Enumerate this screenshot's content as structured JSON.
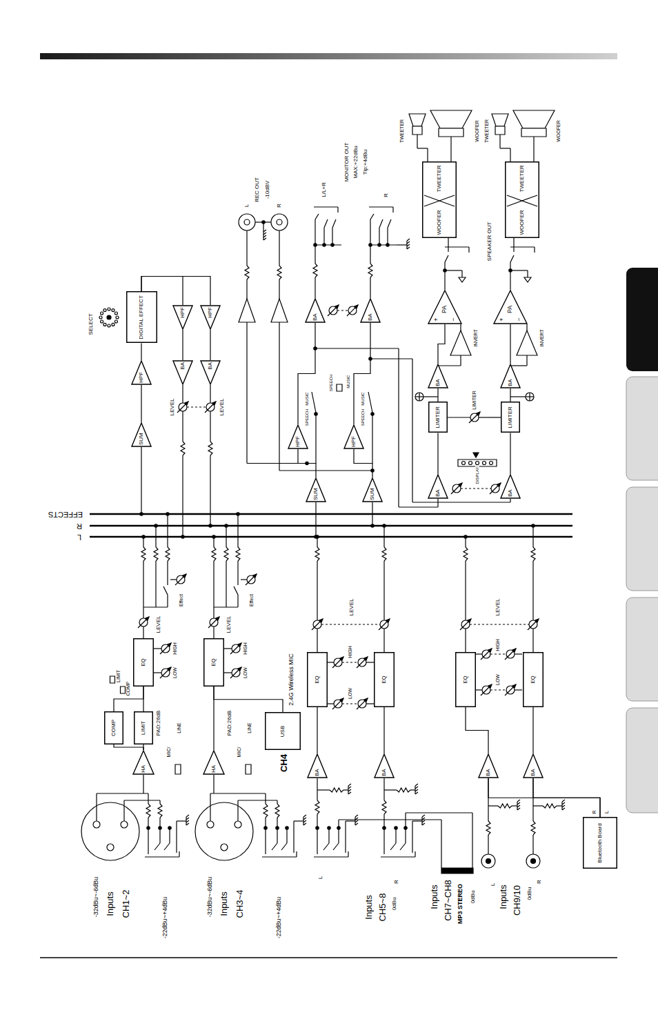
{
  "diagram": {
    "nodes": [
      {
        "text": [
          "HA"
        ]
      },
      {
        "text": [
          "COMP"
        ]
      },
      {
        "text": [
          "LIMIT"
        ]
      },
      {
        "text": [
          "EQ"
        ]
      },
      {
        "text": [
          "HA"
        ]
      },
      {
        "text": [
          "EQ"
        ]
      },
      {
        "text": [
          "USB"
        ]
      },
      {
        "text": [
          "BA"
        ]
      },
      {
        "text": [
          "BA"
        ]
      },
      {
        "text": [
          "EQ"
        ]
      },
      {
        "text": [
          "EQ"
        ]
      },
      {
        "text": [
          "BA"
        ]
      },
      {
        "text": [
          "BA"
        ]
      },
      {
        "text": [
          "EQ"
        ]
      },
      {
        "text": [
          "EQ"
        ]
      },
      {
        "text": [
          "Bluetooth Board"
        ]
      },
      {
        "text": [
          "SUM"
        ]
      },
      {
        "text": [
          "HPF"
        ]
      },
      {
        "text": [
          "DIGITAL EFFECT"
        ]
      },
      {
        "text": [
          "BA"
        ]
      },
      {
        "text": [
          "BA"
        ]
      },
      {
        "text": [
          "HPF"
        ]
      },
      {
        "text": [
          "HPF"
        ]
      },
      {
        "text": [
          "SUM"
        ]
      },
      {
        "text": [
          "SUM"
        ]
      },
      {
        "text": [
          "HPF"
        ]
      },
      {
        "text": [
          "HPF"
        ]
      },
      {
        "text": [
          "BA"
        ]
      },
      {
        "text": [
          "BA"
        ]
      },
      {
        "text": [
          "BA"
        ]
      },
      {
        "text": [
          "BA"
        ]
      },
      {
        "text": [
          "LIMITER"
        ]
      },
      {
        "text": [
          "LIMITER"
        ]
      },
      {
        "text": [
          "BA"
        ]
      },
      {
        "text": [
          "BA"
        ]
      },
      {
        "text": [
          "PA"
        ]
      },
      {
        "text": [
          "PA"
        ]
      },
      {
        "text": [
          "WOOFER",
          "TWEETER"
        ]
      },
      {
        "text": [
          "WOOFER",
          "TWEETER"
        ]
      }
    ],
    "edges": [
      {
        "from": 0,
        "to": 1,
        "arrow": "none"
      },
      {
        "from": 0,
        "to": 2,
        "arrow": "none"
      },
      {
        "from": 1,
        "to": 3,
        "arrow": "none"
      },
      {
        "from": 2,
        "to": 3,
        "arrow": "none"
      },
      {
        "from": 4,
        "to": 5,
        "arrow": "none"
      },
      {
        "from": 6,
        "to": 5,
        "arrow": "none"
      },
      {
        "from": 7,
        "to": 9,
        "arrow": "none"
      },
      {
        "from": 8,
        "to": 10,
        "arrow": "none"
      },
      {
        "from": 15,
        "to": 11,
        "arrow": "none"
      },
      {
        "from": 15,
        "to": 12,
        "arrow": "none"
      },
      {
        "from": 11,
        "to": 13,
        "arrow": "none"
      },
      {
        "from": 12,
        "to": 14,
        "arrow": "none"
      },
      {
        "from": 16,
        "to": 17,
        "arrow": "none"
      },
      {
        "from": 17,
        "to": 18,
        "arrow": "none"
      },
      {
        "from": 18,
        "to": 21,
        "arrow": "none"
      },
      {
        "from": 18,
        "to": 22,
        "arrow": "none"
      },
      {
        "from": 21,
        "to": 19,
        "arrow": "none"
      },
      {
        "from": 22,
        "to": 20,
        "arrow": "none"
      },
      {
        "from": 23,
        "to": 25,
        "arrow": "none"
      },
      {
        "from": 24,
        "to": 26,
        "arrow": "none"
      },
      {
        "from": 25,
        "to": 27,
        "arrow": "none"
      },
      {
        "from": 26,
        "to": 28,
        "arrow": "none"
      },
      {
        "from": 29,
        "to": 31,
        "arrow": "none"
      },
      {
        "from": 30,
        "to": 32,
        "arrow": "none"
      },
      {
        "from": 31,
        "to": 33,
        "arrow": "none"
      },
      {
        "from": 32,
        "to": 34,
        "arrow": "none"
      },
      {
        "from": 33,
        "to": 35,
        "arrow": "none"
      },
      {
        "from": 34,
        "to": 36,
        "arrow": "none"
      }
    ],
    "labels": [
      "EFFECTS",
      "R",
      "L",
      "-32dBu~-6dBu",
      "Inputs",
      "CH1~2",
      "-22dBu~+4dBu",
      "-32dBu~-6dBu",
      "Inputs",
      "CH3~4",
      "-22dBu~+4dBu",
      "L",
      "Inputs",
      "CH5~8",
      "0dBu",
      "R",
      "Inputs",
      "CH7~CH8",
      "MP3 STEREO",
      "0dBu",
      "L",
      "Inputs",
      "CH9/10",
      "0dBu",
      "R",
      "R",
      "L",
      "PAD:26dB",
      "MIC/",
      "LINE",
      "LIMIT",
      "COMP",
      "LOW",
      "HIGH",
      "LEVEL",
      "Effect",
      "PAD:26dB",
      "MIC/",
      "LINE",
      "LOW",
      "HIGH",
      "LEVEL",
      "Effect",
      "2.4G Wireless MIC",
      "CH4",
      "HIGH",
      "LOW",
      "LEVEL",
      "HIGH",
      "LOW",
      "LEVEL",
      "SELECT",
      "LEVEL",
      "LEVEL",
      "SPEECH",
      "MUSIC",
      "SPEECH",
      "MUSIC",
      "SPEECH",
      "MUSIC",
      "REC OUT",
      "-10dBV",
      "L",
      "R",
      "L/L+R",
      "R",
      "MONITOR OUT",
      "MAX:+22dBu",
      "Tip:+4dBu",
      "DISPLAY",
      "LIMITER",
      "INVERT",
      "INVERT",
      "+",
      "−",
      "+",
      "−",
      "SPEAKER OUT",
      "TWEETER",
      "WOOFER",
      "TWEETER",
      "WOOFER"
    ]
  }
}
